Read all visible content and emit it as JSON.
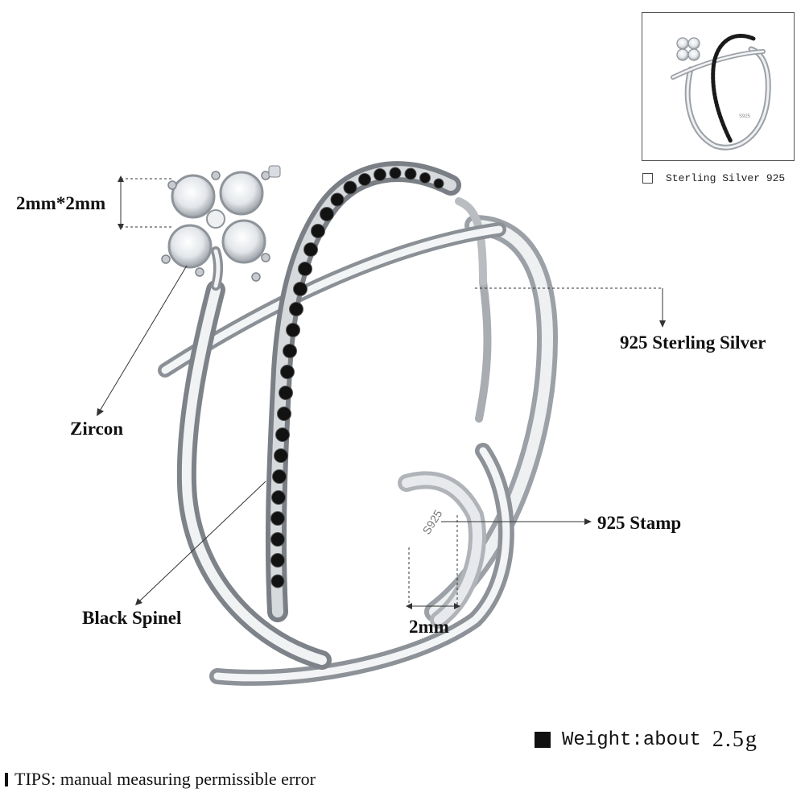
{
  "callouts": {
    "size": "2mm*2mm",
    "material": "925 Sterling Silver",
    "zircon": "Zircon",
    "stamp": "925 Stamp",
    "spinel": "Black Spinel",
    "width": "2mm",
    "engraving": "S925"
  },
  "thumbnail": {
    "caption": "Sterling Silver 925",
    "engraving": "S925"
  },
  "weight": {
    "label": "Weight:about",
    "value": "2.5g"
  },
  "tips": "TIPS: manual measuring permissible error",
  "colors": {
    "silver": "#c9ccd1",
    "spinel": "#111111",
    "zircon": "#f2f3f5"
  }
}
